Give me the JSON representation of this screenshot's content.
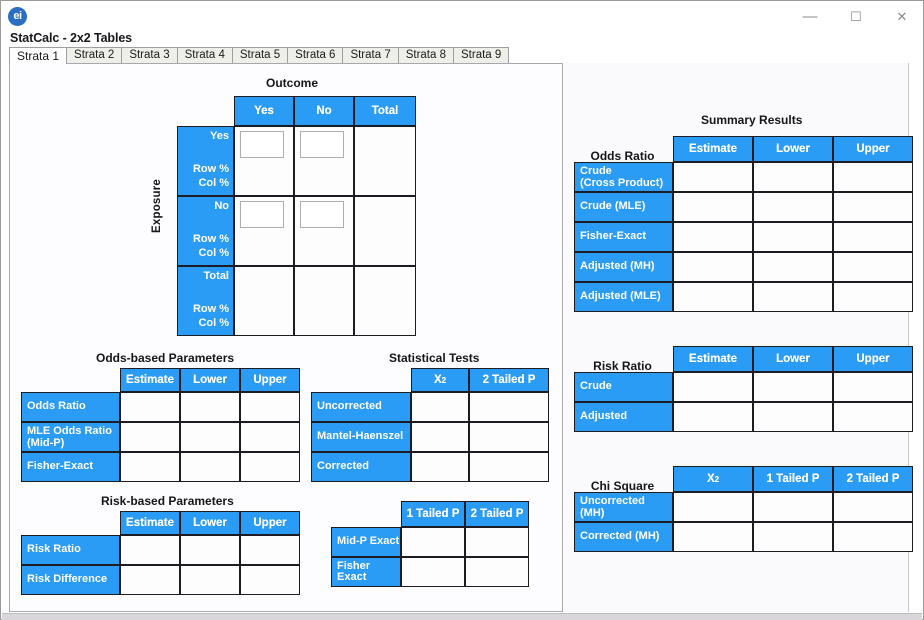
{
  "window": {
    "title": "StatCalc - 2x2 Tables",
    "app_icon": "ei",
    "controls": {
      "minimize": "—",
      "maximize": "☐",
      "close": "✕",
      "minimize_name": "minimize-button",
      "maximize_name": "maximize-button",
      "close_name": "close-button"
    }
  },
  "tabs": [
    {
      "label": "Strata 1",
      "active": true
    },
    {
      "label": "Strata 2",
      "active": false
    },
    {
      "label": "Strata 3",
      "active": false
    },
    {
      "label": "Strata 4",
      "active": false
    },
    {
      "label": "Strata 5",
      "active": false
    },
    {
      "label": "Strata 6",
      "active": false
    },
    {
      "label": "Strata 7",
      "active": false
    },
    {
      "label": "Strata 8",
      "active": false
    },
    {
      "label": "Strata 9",
      "active": false
    }
  ],
  "main_table": {
    "outcome_title": "Outcome",
    "exposure_label": "Exposure",
    "col_headers": [
      "Yes",
      "No",
      "Total"
    ],
    "row_headers": [
      {
        "primary": "Yes",
        "row_pct": "Row %",
        "col_pct": "Col %"
      },
      {
        "primary": "No",
        "row_pct": "Row %",
        "col_pct": "Col %"
      },
      {
        "primary": "Total",
        "row_pct": "Row %",
        "col_pct": "Col %"
      }
    ],
    "cell_values": [
      [
        "",
        "",
        ""
      ],
      [
        "",
        "",
        ""
      ],
      [
        "",
        "",
        ""
      ]
    ]
  },
  "odds_based": {
    "title": "Odds-based Parameters",
    "columns": [
      "Estimate",
      "Lower",
      "Upper"
    ],
    "rows": [
      {
        "label": "Odds Ratio",
        "values": [
          "",
          "",
          ""
        ]
      },
      {
        "label": "MLE Odds Ratio\n(Mid-P)",
        "label_line1": "MLE Odds Ratio",
        "label_line2": "(Mid-P)",
        "values": [
          "",
          "",
          ""
        ]
      },
      {
        "label": "Fisher-Exact",
        "values": [
          "",
          "",
          ""
        ]
      }
    ]
  },
  "statistical_tests": {
    "title": "Statistical Tests",
    "columns": [
      "X²",
      "2 Tailed P"
    ],
    "rows": [
      {
        "label": "Uncorrected",
        "values": [
          "",
          ""
        ]
      },
      {
        "label": "Mantel-Haenszel",
        "values": [
          "",
          ""
        ]
      },
      {
        "label": "Corrected",
        "values": [
          "",
          ""
        ]
      }
    ]
  },
  "risk_based": {
    "title": "Risk-based Parameters",
    "columns": [
      "Estimate",
      "Lower",
      "Upper"
    ],
    "rows": [
      {
        "label": "Risk Ratio",
        "values": [
          "",
          "",
          ""
        ]
      },
      {
        "label": "Risk Difference",
        "values": [
          "",
          "",
          ""
        ]
      }
    ]
  },
  "exact_tests": {
    "columns": [
      "1 Tailed P",
      "2 Tailed P"
    ],
    "rows": [
      {
        "label": "Mid-P Exact",
        "values": [
          "",
          ""
        ]
      },
      {
        "label": "Fisher Exact",
        "values": [
          "",
          ""
        ]
      }
    ]
  },
  "summary": {
    "title": "Summary Results",
    "odds_ratio": {
      "label": "Odds Ratio",
      "columns": [
        "Estimate",
        "Lower",
        "Upper"
      ],
      "rows": [
        {
          "label_line1": "Crude",
          "label_line2": "(Cross Product)",
          "values": [
            "",
            "",
            ""
          ]
        },
        {
          "label_line1": "Crude (MLE)",
          "label_line2": "",
          "values": [
            "",
            "",
            ""
          ]
        },
        {
          "label_line1": "Fisher-Exact",
          "label_line2": "",
          "values": [
            "",
            "",
            ""
          ]
        },
        {
          "label_line1": "Adjusted (MH)",
          "label_line2": "",
          "values": [
            "",
            "",
            ""
          ]
        },
        {
          "label_line1": "Adjusted (MLE)",
          "label_line2": "",
          "values": [
            "",
            "",
            ""
          ]
        }
      ]
    },
    "risk_ratio": {
      "label": "Risk Ratio",
      "columns": [
        "Estimate",
        "Lower",
        "Upper"
      ],
      "rows": [
        {
          "label_line1": "Crude",
          "label_line2": "",
          "values": [
            "",
            "",
            ""
          ]
        },
        {
          "label_line1": "Adjusted",
          "label_line2": "",
          "values": [
            "",
            "",
            ""
          ]
        }
      ]
    },
    "chi_square": {
      "label": "Chi Square",
      "columns": [
        "X²",
        "1 Tailed P",
        "2 Tailed P"
      ],
      "rows": [
        {
          "label_line1": "Uncorrected",
          "label_line2": "(MH)",
          "values": [
            "",
            "",
            ""
          ]
        },
        {
          "label_line1": "Corrected (MH)",
          "label_line2": "",
          "values": [
            "",
            "",
            ""
          ]
        }
      ]
    }
  },
  "colors": {
    "header_blue": "#2b9cf5",
    "border_dark": "#1c1c22",
    "panel_bg": "#faf9fb",
    "tab_inactive": "#efefe9",
    "title_text": "#17171c"
  }
}
